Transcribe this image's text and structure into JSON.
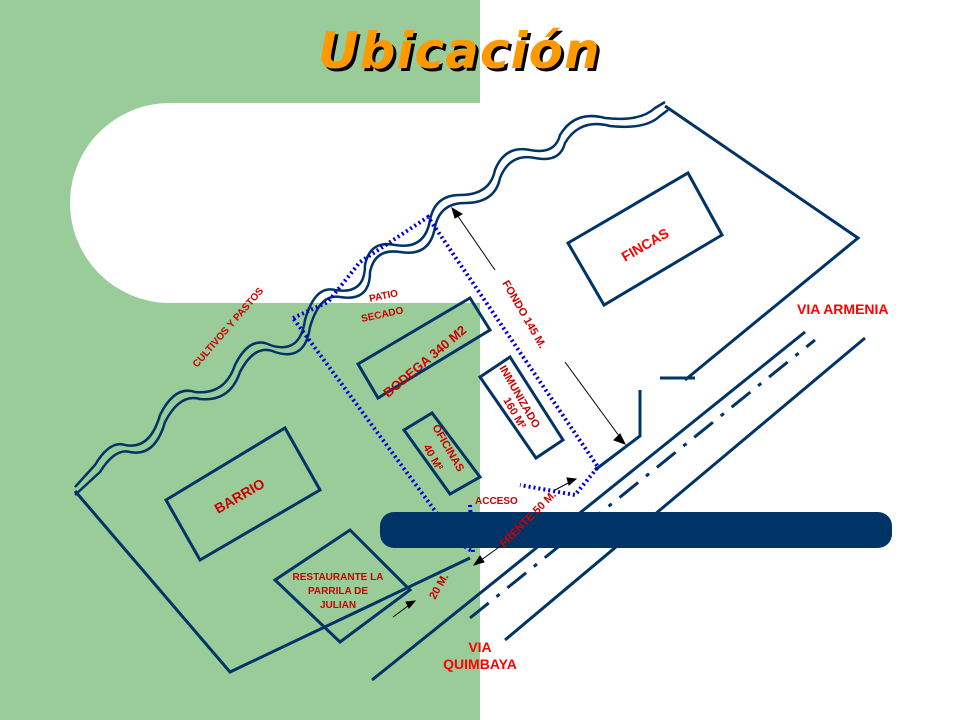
{
  "title": "Ubicación",
  "labels": {
    "fincas": "FINCAS",
    "via_armenia": "VIA ARMENIA",
    "via_quimbaya_1": "VIA",
    "via_quimbaya_2": "QUIMBAYA",
    "cultivos": "CULTIVOS  Y PASTOS",
    "patio": "PATIO",
    "secado": "SECADO",
    "bodega": "BODEGA 340 M2",
    "fondo": "FONDO  145 M.",
    "inmunizado": "INMUNIZADO",
    "inmunizado_area": "160 M²",
    "oficinas": "OFICINAS",
    "oficinas_area": "40 M²",
    "barrio": "BARRIO",
    "acceso": "ACCESO",
    "frente": "FRENTE 50 M.",
    "restaurante_1": "RESTAURANTE LA",
    "restaurante_2": "PARRILA DE",
    "restaurante_3": "JULIAN",
    "veinte": "20 M."
  },
  "colors": {
    "title": "#ff9900",
    "lines": "#003366",
    "dotted": "#0000cc",
    "labels": "#cc0000",
    "green": "#99cc99"
  }
}
